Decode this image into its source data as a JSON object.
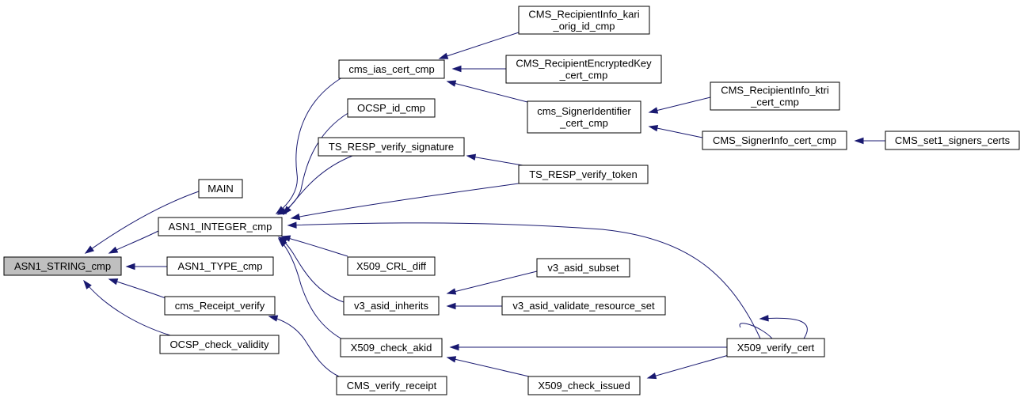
{
  "graph": {
    "nodes": [
      {
        "id": "asn1_string_cmp",
        "lines": [
          "ASN1_STRING_cmp"
        ],
        "root": true
      },
      {
        "id": "main",
        "lines": [
          "MAIN"
        ]
      },
      {
        "id": "asn1_integer_cmp",
        "lines": [
          "ASN1_INTEGER_cmp"
        ]
      },
      {
        "id": "asn1_type_cmp",
        "lines": [
          "ASN1_TYPE_cmp"
        ]
      },
      {
        "id": "cms_receipt_verify",
        "lines": [
          "cms_Receipt_verify"
        ]
      },
      {
        "id": "ocsp_check_validity",
        "lines": [
          "OCSP_check_validity"
        ]
      },
      {
        "id": "cms_ias_cert_cmp",
        "lines": [
          "cms_ias_cert_cmp"
        ]
      },
      {
        "id": "ocsp_id_cmp",
        "lines": [
          "OCSP_id_cmp"
        ]
      },
      {
        "id": "ts_resp_verify_signature",
        "lines": [
          "TS_RESP_verify_signature"
        ]
      },
      {
        "id": "x509_crl_diff",
        "lines": [
          "X509_CRL_diff"
        ]
      },
      {
        "id": "v3_asid_inherits",
        "lines": [
          "v3_asid_inherits"
        ]
      },
      {
        "id": "x509_check_akid",
        "lines": [
          "X509_check_akid"
        ]
      },
      {
        "id": "cms_verify_receipt",
        "lines": [
          "CMS_verify_receipt"
        ]
      },
      {
        "id": "cms_recipientinfo_kari_orig_id_cmp",
        "lines": [
          "CMS_RecipientInfo_kari",
          "_orig_id_cmp"
        ]
      },
      {
        "id": "cms_recipientencryptedkey_cert_cmp",
        "lines": [
          "CMS_RecipientEncryptedKey",
          "_cert_cmp"
        ]
      },
      {
        "id": "cms_signeridentifier_cert_cmp",
        "lines": [
          "cms_SignerIdentifier",
          "_cert_cmp"
        ]
      },
      {
        "id": "ts_resp_verify_token",
        "lines": [
          "TS_RESP_verify_token"
        ]
      },
      {
        "id": "v3_asid_subset",
        "lines": [
          "v3_asid_subset"
        ]
      },
      {
        "id": "v3_asid_validate_resource_set",
        "lines": [
          "v3_asid_validate_resource_set"
        ]
      },
      {
        "id": "x509_check_issued",
        "lines": [
          "X509_check_issued"
        ]
      },
      {
        "id": "cms_recipientinfo_ktri_cert_cmp",
        "lines": [
          "CMS_RecipientInfo_ktri",
          "_cert_cmp"
        ]
      },
      {
        "id": "cms_signerinfo_cert_cmp",
        "lines": [
          "CMS_SignerInfo_cert_cmp"
        ]
      },
      {
        "id": "x509_verify_cert",
        "lines": [
          "X509_verify_cert"
        ]
      },
      {
        "id": "cms_set1_signers_certs",
        "lines": [
          "CMS_set1_signers_certs"
        ]
      }
    ],
    "edges": [
      {
        "from": "main",
        "to": "asn1_string_cmp"
      },
      {
        "from": "asn1_integer_cmp",
        "to": "asn1_string_cmp"
      },
      {
        "from": "asn1_type_cmp",
        "to": "asn1_string_cmp"
      },
      {
        "from": "cms_receipt_verify",
        "to": "asn1_string_cmp"
      },
      {
        "from": "ocsp_check_validity",
        "to": "asn1_string_cmp"
      },
      {
        "from": "cms_ias_cert_cmp",
        "to": "asn1_integer_cmp"
      },
      {
        "from": "ocsp_id_cmp",
        "to": "asn1_integer_cmp"
      },
      {
        "from": "ts_resp_verify_signature",
        "to": "asn1_integer_cmp"
      },
      {
        "from": "ts_resp_verify_token",
        "to": "asn1_integer_cmp"
      },
      {
        "from": "x509_verify_cert",
        "to": "asn1_integer_cmp"
      },
      {
        "from": "x509_crl_diff",
        "to": "asn1_integer_cmp"
      },
      {
        "from": "v3_asid_inherits",
        "to": "asn1_integer_cmp"
      },
      {
        "from": "x509_check_akid",
        "to": "asn1_integer_cmp"
      },
      {
        "from": "cms_verify_receipt",
        "to": "cms_receipt_verify"
      },
      {
        "from": "cms_recipientinfo_kari_orig_id_cmp",
        "to": "cms_ias_cert_cmp"
      },
      {
        "from": "cms_recipientencryptedkey_cert_cmp",
        "to": "cms_ias_cert_cmp"
      },
      {
        "from": "cms_signeridentifier_cert_cmp",
        "to": "cms_ias_cert_cmp"
      },
      {
        "from": "cms_recipientinfo_ktri_cert_cmp",
        "to": "cms_signeridentifier_cert_cmp"
      },
      {
        "from": "cms_signerinfo_cert_cmp",
        "to": "cms_signeridentifier_cert_cmp"
      },
      {
        "from": "cms_set1_signers_certs",
        "to": "cms_signerinfo_cert_cmp"
      },
      {
        "from": "ts_resp_verify_token",
        "to": "ts_resp_verify_signature"
      },
      {
        "from": "v3_asid_subset",
        "to": "v3_asid_inherits"
      },
      {
        "from": "v3_asid_validate_resource_set",
        "to": "v3_asid_inherits"
      },
      {
        "from": "x509_verify_cert",
        "to": "x509_check_akid"
      },
      {
        "from": "x509_check_issued",
        "to": "x509_check_akid"
      },
      {
        "from": "x509_verify_cert",
        "to": "x509_check_issued"
      },
      {
        "from": "x509_verify_cert",
        "to": "x509_verify_cert"
      }
    ]
  },
  "colors": {
    "edge": "#191970",
    "root_fill": "#bfbfbf",
    "node_fill": "#ffffff",
    "node_stroke": "#000000"
  }
}
